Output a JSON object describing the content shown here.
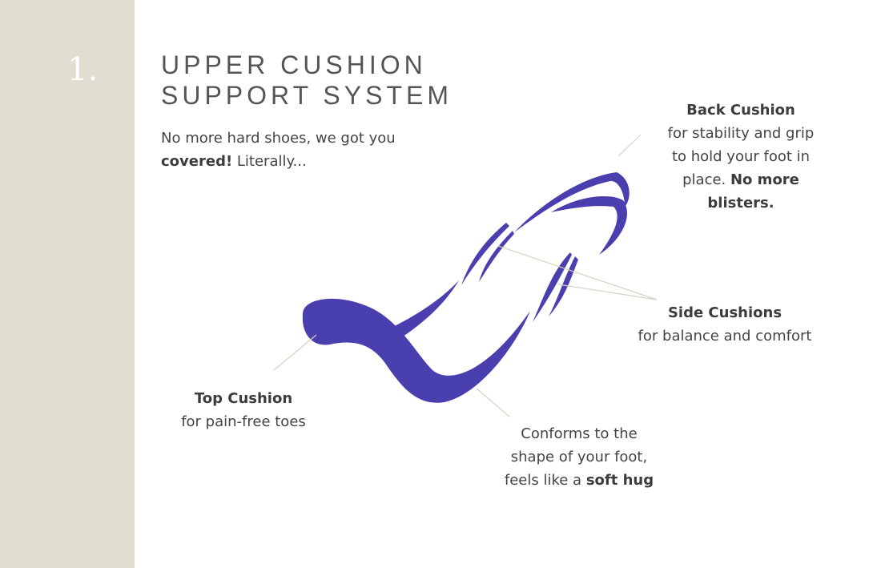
{
  "step_number": "1.",
  "title_line1": "UPPER CUSHION",
  "title_line2": "SUPPORT SYSTEM",
  "intro": {
    "text1": "No more hard shoes, we got you",
    "bold": "covered!",
    "text2": " Literally..."
  },
  "callouts": {
    "back": {
      "title": "Back Cushion",
      "line1": "for stability and grip",
      "line2": "to hold your foot in",
      "line3": "place. ",
      "bold": "No more",
      "bold2": "blisters."
    },
    "side": {
      "title": "Side Cushions",
      "line1": "for balance and comfort"
    },
    "top": {
      "title": "Top Cushion",
      "line1": "for pain-free toes"
    },
    "conform": {
      "line1": "Conforms to the",
      "line2": "shape of your foot,",
      "line3": "feels like a ",
      "bold": "soft hug"
    }
  },
  "colors": {
    "sidebar": "#e2ddd1",
    "cushion": "#4a3fae",
    "leader": "#d6d2c3"
  }
}
